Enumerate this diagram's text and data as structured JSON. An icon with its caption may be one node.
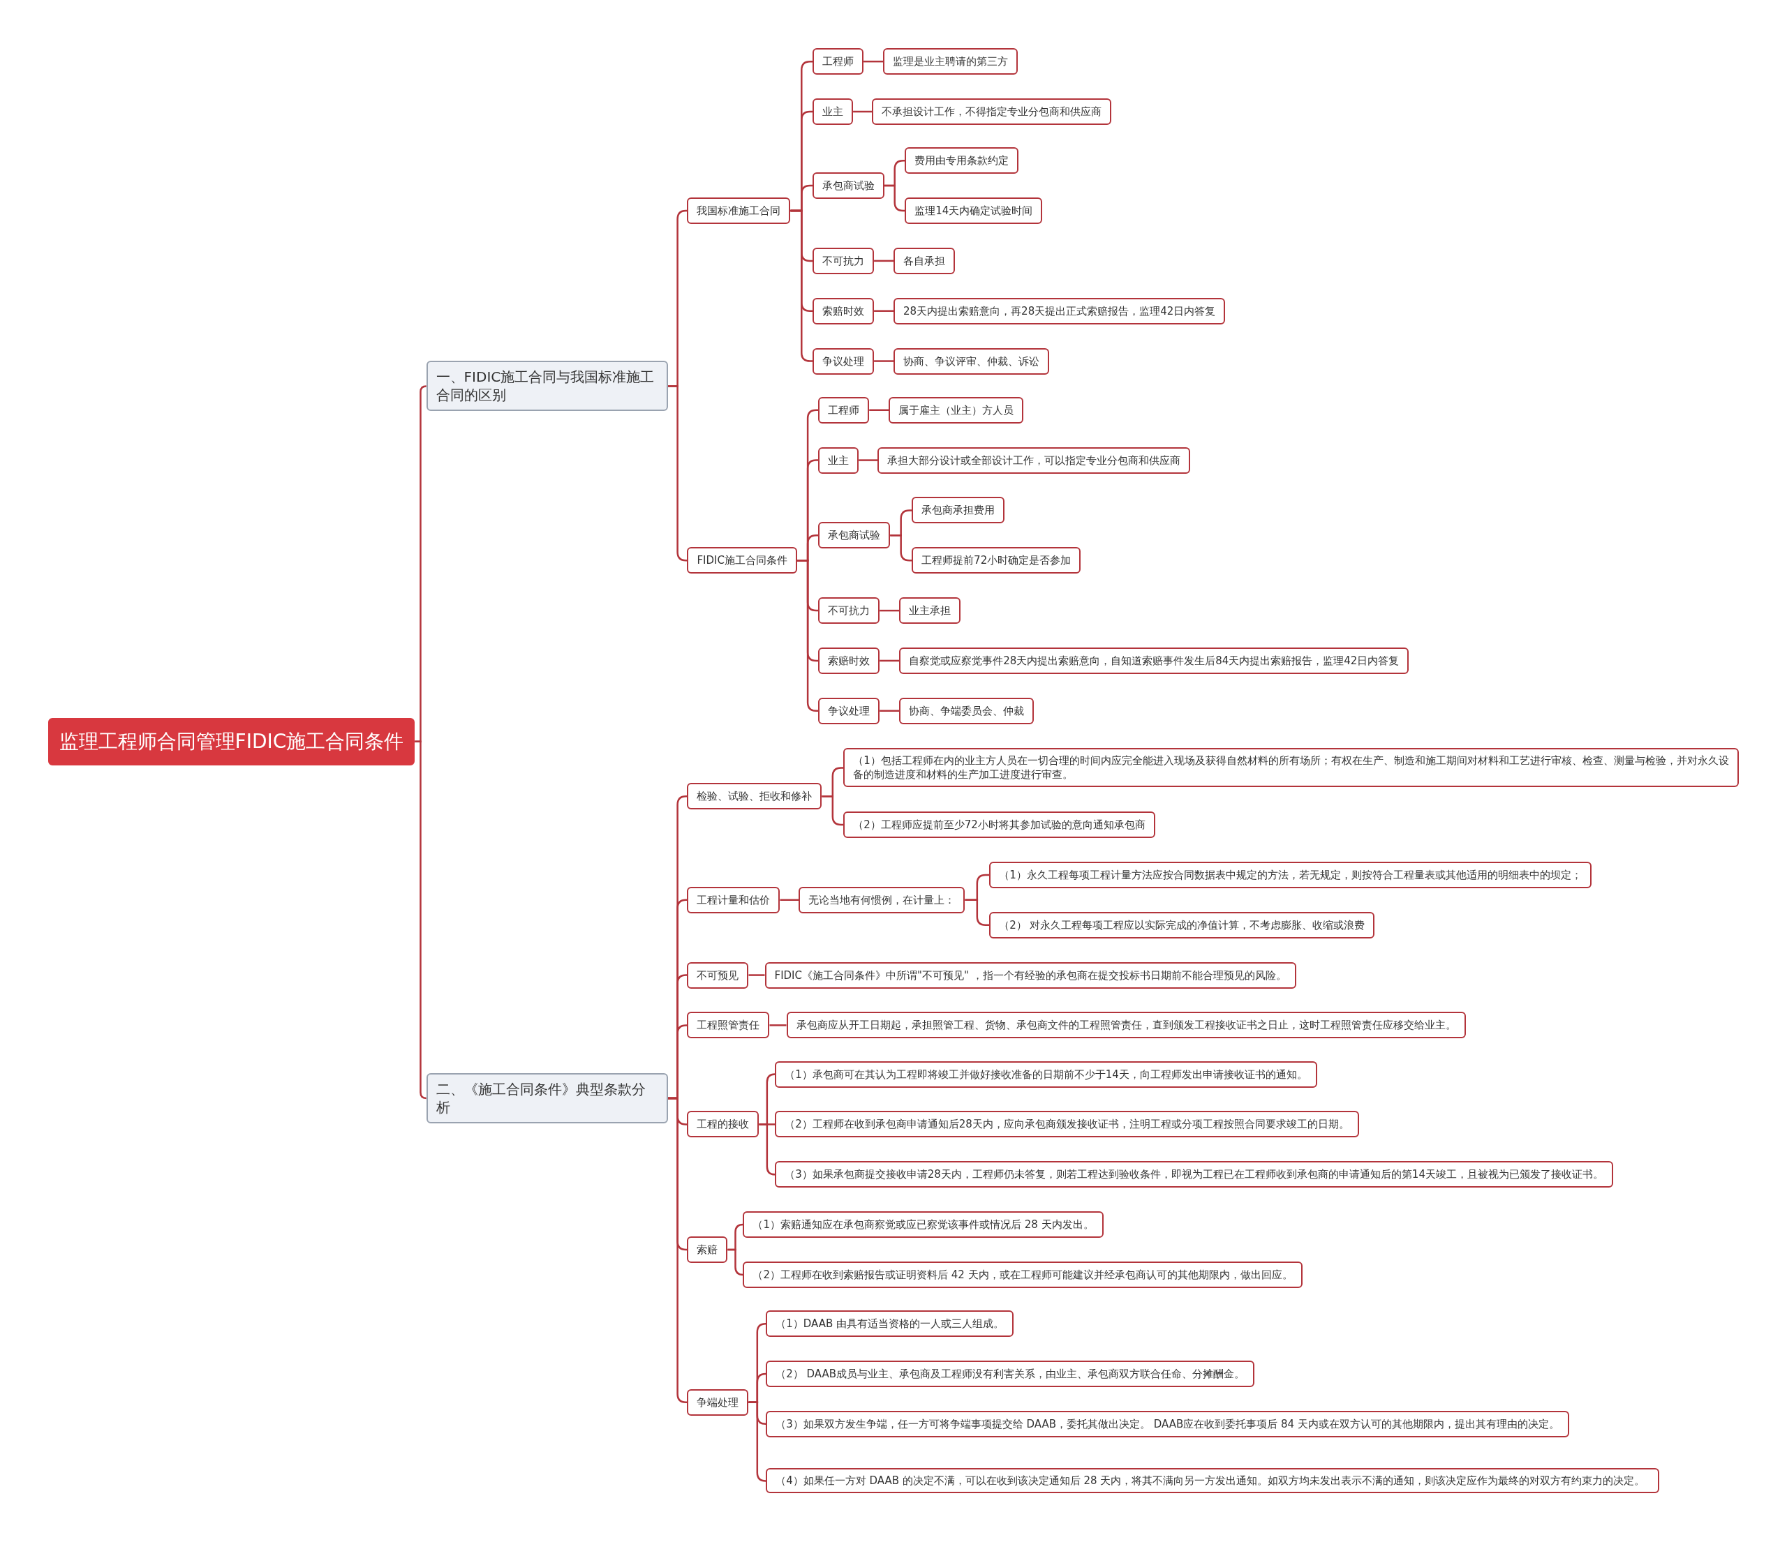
{
  "diagram": {
    "nodes": [
      {
        "text": [
          "监理工程师合同管理FIDIC施工合同条件"
        ]
      },
      {
        "text": [
          "一、FIDIC施工合同与我国标准施工合同的区别"
        ]
      },
      {
        "text": [
          "我国标准施工合同"
        ]
      },
      {
        "text": [
          "工程师"
        ]
      },
      {
        "text": [
          "监理是业主聘请的第三方"
        ]
      },
      {
        "text": [
          "业主"
        ]
      },
      {
        "text": [
          "不承担设计工作，不得指定专业分包商和供应商"
        ]
      },
      {
        "text": [
          "承包商试验"
        ]
      },
      {
        "text": [
          "费用由专用条款约定"
        ]
      },
      {
        "text": [
          "监理14天内确定试验时间"
        ]
      },
      {
        "text": [
          "不可抗力"
        ]
      },
      {
        "text": [
          "各自承担"
        ]
      },
      {
        "text": [
          "索赔时效"
        ]
      },
      {
        "text": [
          "28天内提出索赔意向，再28天提出正式索赔报告，监理42日内答复"
        ]
      },
      {
        "text": [
          "争议处理"
        ]
      },
      {
        "text": [
          "协商、争议评审、仲裁、诉讼"
        ]
      },
      {
        "text": [
          "FIDIC施工合同条件"
        ]
      },
      {
        "text": [
          "工程师"
        ]
      },
      {
        "text": [
          "属于雇主（业主）方人员"
        ]
      },
      {
        "text": [
          "业主"
        ]
      },
      {
        "text": [
          "承担大部分设计或全部设计工作，可以指定专业分包商和供应商"
        ]
      },
      {
        "text": [
          "承包商试验"
        ]
      },
      {
        "text": [
          "承包商承担费用"
        ]
      },
      {
        "text": [
          "工程师提前72小时确定是否参加"
        ]
      },
      {
        "text": [
          "不可抗力"
        ]
      },
      {
        "text": [
          "业主承担"
        ]
      },
      {
        "text": [
          "索赔时效"
        ]
      },
      {
        "text": [
          "自察觉或应察觉事件28天内提出索赔意向，自知道索赔事件发生后84天内提出索赔报告，监理42日内答复"
        ]
      },
      {
        "text": [
          "争议处理"
        ]
      },
      {
        "text": [
          "协商、争端委员会、仲裁"
        ]
      },
      {
        "text": [
          "二、《施工合同条件》典型条款分析"
        ]
      },
      {
        "text": [
          "检验、试验、拒收和修补"
        ]
      },
      {
        "text": [
          "（1）包括工程师在内的业主方人员在一切合理的时间内应完全能进入现场及获得自然材料的所有场所；有权在生产、制造和施工期间对材料和工艺进行审核、检查、测量与检验，并对永久设备的制造进度和材料的生产加工进度进行审查。"
        ]
      },
      {
        "text": [
          "（2）工程师应提前至少72小时将其参加试验的意向通知承包商"
        ]
      },
      {
        "text": [
          "工程计量和估价"
        ]
      },
      {
        "text": [
          "无论当地有何惯例，在计量上："
        ]
      },
      {
        "text": [
          "（1）永久工程每项工程计量方法应按合同数据表中规定的方法，若无规定，则按符合工程量表或其他适用的明细表中的坝定；"
        ]
      },
      {
        "text": [
          "（2） 对永久工程每项工程应以实际完成的净值计算，不考虑膨胀、收缩或浪费"
        ]
      },
      {
        "text": [
          "不可预见"
        ]
      },
      {
        "text": [
          "FIDIC《施工合同条件》中所谓\"不可预见\" ，指一个有经验的承包商在提交投标书日期前不能合理预见的风险。"
        ]
      },
      {
        "text": [
          "工程照管责任"
        ]
      },
      {
        "text": [
          "承包商应从开工日期起，承担照管工程、货物、承包商文件的工程照管责任，直到颁发工程接收证书之日止，这时工程照管责任应移交给业主。"
        ]
      },
      {
        "text": [
          "工程的接收"
        ]
      },
      {
        "text": [
          "（1）承包商可在其认为工程即将竣工并做好接收准备的日期前不少于14天，向工程师发出申请接收证书的通知。"
        ]
      },
      {
        "text": [
          "（2）工程师在收到承包商申请通知后28天内，应向承包商颁发接收证书，注明工程或分项工程按照合同要求竣工的日期。"
        ]
      },
      {
        "text": [
          "（3）如果承包商提交接收申请28天内，工程师仍未答复，则若工程达到验收条件，即视为工程已在工程师收到承包商的申请通知后的第14天竣工，且被视为已颁发了接收证书。"
        ]
      },
      {
        "text": [
          "索赔"
        ]
      },
      {
        "text": [
          "（1）索赔通知应在承包商察觉或应已察觉该事件或情况后 28 天内发出。"
        ]
      },
      {
        "text": [
          "（2）工程师在收到索赔报告或证明资料后 42 天内，或在工程师可能建议并经承包商认可的其他期限内，做出回应。"
        ]
      },
      {
        "text": [
          "争端处理"
        ]
      },
      {
        "text": [
          "（1）DAAB 由具有适当资格的一人或三人组成。"
        ]
      },
      {
        "text": [
          "（2） DAAB成员与业主、承包商及工程师没有利害关系，由业主、承包商双方联合任命、分摊酬金。"
        ]
      },
      {
        "text": [
          "（3）如果双方发生争端，任一方可将争端事项提交给 DAAB，委托其做出决定。 DAAB应在收到委托事项后 84 天内或在双方认可的其他期限内，提出其有理由的决定。"
        ]
      },
      {
        "text": [
          "（4）如果任一方对 DAAB 的决定不满，可以在收到该决定通知后 28 天内，将其不满向另一方发出通知。如双方均未发出表示不满的通知，则该决定应作为最终的对双方有约束力的决定。"
        ]
      }
    ],
    "edges": [
      {
        "from": 0,
        "to": 1,
        "arrow": "none"
      },
      {
        "from": 1,
        "to": 2,
        "arrow": "none"
      },
      {
        "from": 2,
        "to": 3,
        "arrow": "none"
      },
      {
        "from": 3,
        "to": 4,
        "arrow": "none"
      },
      {
        "from": 2,
        "to": 5,
        "arrow": "none"
      },
      {
        "from": 5,
        "to": 6,
        "arrow": "none"
      },
      {
        "from": 2,
        "to": 7,
        "arrow": "none"
      },
      {
        "from": 7,
        "to": 8,
        "arrow": "none"
      },
      {
        "from": 7,
        "to": 9,
        "arrow": "none"
      },
      {
        "from": 2,
        "to": 10,
        "arrow": "none"
      },
      {
        "from": 10,
        "to": 11,
        "arrow": "none"
      },
      {
        "from": 2,
        "to": 12,
        "arrow": "none"
      },
      {
        "from": 12,
        "to": 13,
        "arrow": "none"
      },
      {
        "from": 2,
        "to": 14,
        "arrow": "none"
      },
      {
        "from": 14,
        "to": 15,
        "arrow": "none"
      },
      {
        "from": 1,
        "to": 16,
        "arrow": "none"
      },
      {
        "from": 16,
        "to": 17,
        "arrow": "none"
      },
      {
        "from": 17,
        "to": 18,
        "arrow": "none"
      },
      {
        "from": 16,
        "to": 19,
        "arrow": "none"
      },
      {
        "from": 19,
        "to": 20,
        "arrow": "none"
      },
      {
        "from": 16,
        "to": 21,
        "arrow": "none"
      },
      {
        "from": 21,
        "to": 22,
        "arrow": "none"
      },
      {
        "from": 21,
        "to": 23,
        "arrow": "none"
      },
      {
        "from": 16,
        "to": 24,
        "arrow": "none"
      },
      {
        "from": 24,
        "to": 25,
        "arrow": "none"
      },
      {
        "from": 16,
        "to": 26,
        "arrow": "none"
      },
      {
        "from": 26,
        "to": 27,
        "arrow": "none"
      },
      {
        "from": 16,
        "to": 28,
        "arrow": "none"
      },
      {
        "from": 28,
        "to": 29,
        "arrow": "none"
      },
      {
        "from": 0,
        "to": 30,
        "arrow": "none"
      },
      {
        "from": 30,
        "to": 31,
        "arrow": "none"
      },
      {
        "from": 31,
        "to": 32,
        "arrow": "none"
      },
      {
        "from": 31,
        "to": 33,
        "arrow": "none"
      },
      {
        "from": 30,
        "to": 34,
        "arrow": "none"
      },
      {
        "from": 34,
        "to": 35,
        "arrow": "none"
      },
      {
        "from": 35,
        "to": 36,
        "arrow": "none"
      },
      {
        "from": 35,
        "to": 37,
        "arrow": "none"
      },
      {
        "from": 30,
        "to": 38,
        "arrow": "none"
      },
      {
        "from": 38,
        "to": 39,
        "arrow": "none"
      },
      {
        "from": 30,
        "to": 40,
        "arrow": "none"
      },
      {
        "from": 40,
        "to": 41,
        "arrow": "none"
      },
      {
        "from": 30,
        "to": 42,
        "arrow": "none"
      },
      {
        "from": 42,
        "to": 43,
        "arrow": "none"
      },
      {
        "from": 42,
        "to": 44,
        "arrow": "none"
      },
      {
        "from": 42,
        "to": 45,
        "arrow": "none"
      },
      {
        "from": 30,
        "to": 46,
        "arrow": "none"
      },
      {
        "from": 46,
        "to": 47,
        "arrow": "none"
      },
      {
        "from": 46,
        "to": 48,
        "arrow": "none"
      },
      {
        "from": 30,
        "to": 49,
        "arrow": "none"
      },
      {
        "from": 49,
        "to": 50,
        "arrow": "none"
      },
      {
        "from": 49,
        "to": 51,
        "arrow": "none"
      },
      {
        "from": 49,
        "to": 52,
        "arrow": "none"
      },
      {
        "from": 49,
        "to": 53,
        "arrow": "none"
      }
    ]
  }
}
